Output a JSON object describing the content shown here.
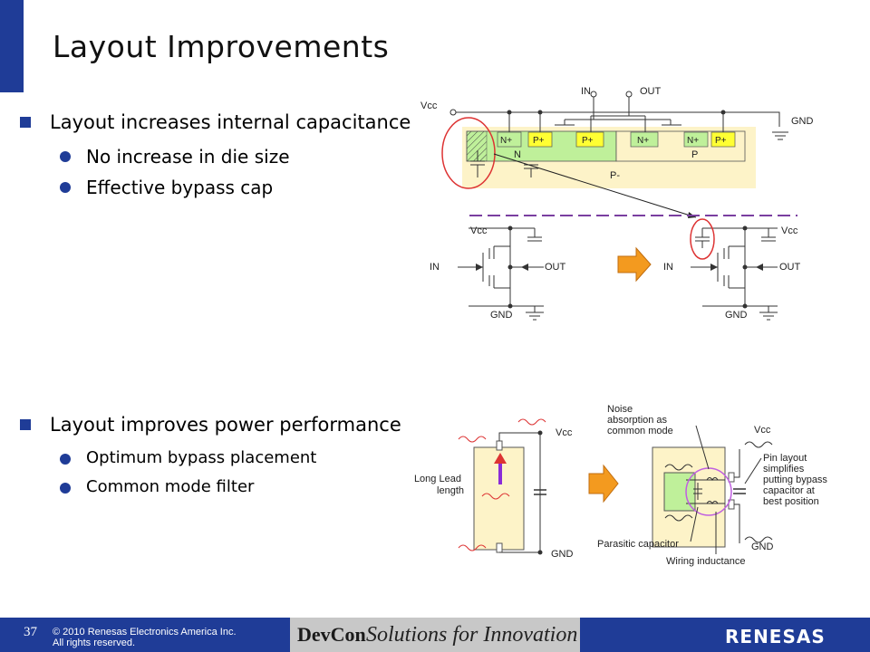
{
  "slide": {
    "title": "Layout Improvements",
    "section1": {
      "heading": "Layout increases internal capacitance",
      "points": [
        "No increase in die size",
        "Effective bypass cap"
      ]
    },
    "section2": {
      "heading": "Layout improves power performance",
      "points": [
        "Optimum bypass placement",
        "Common mode filter"
      ]
    }
  },
  "cross_section": {
    "vcc": "Vcc",
    "gnd": "GND",
    "in": "IN",
    "out": "OUT",
    "regions": [
      "N+",
      "P+",
      "P+",
      "N+",
      "N+",
      "P+"
    ],
    "n_well": "N",
    "p_well": "P",
    "substrate": "P-"
  },
  "inverter": {
    "vcc": "Vcc",
    "gnd": "GND",
    "in": "IN",
    "out": "OUT"
  },
  "bypass": {
    "vcc": "Vcc",
    "gnd": "GND",
    "long_lead": "Long Lead length",
    "noise": "Noise absorption as common mode",
    "pin_layout": "Pin layout simplifies putting bypass capacitor at best position",
    "parasitic": "Parasitic capacitor",
    "wiring": "Wiring inductance"
  },
  "footer": {
    "page_number": "37",
    "copyright_line1": "© 2010 Renesas Electronics America Inc.",
    "copyright_line2": "All rights reserved.",
    "brand": "DevCon",
    "tagline": "Solutions for Innovation",
    "logo": "RENESAS"
  },
  "colors": {
    "accent": "#1f3c97",
    "die_bg": "#fdf3c8",
    "green": "#bff09a",
    "yellow": "#ffff33",
    "red": "#d33"
  }
}
